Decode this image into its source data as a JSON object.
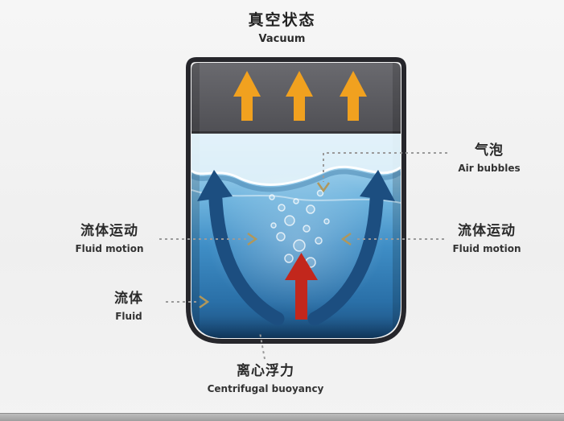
{
  "title": {
    "zh": "真空状态",
    "en": "Vacuum"
  },
  "labels": {
    "air_bubbles": {
      "zh": "气泡",
      "en": "Air bubbles"
    },
    "fluid_motion_left": {
      "zh": "流体运动",
      "en": "Fluid motion"
    },
    "fluid_motion_right": {
      "zh": "流体运动",
      "en": "Fluid motion"
    },
    "fluid": {
      "zh": "流体",
      "en": "Fluid"
    },
    "centrifugal_buoyancy": {
      "zh": "离心浮力",
      "en": "Centrifugal buoyancy"
    }
  },
  "colors": {
    "vacuum_arrow": "#f1a11f",
    "fluid_arrow": "#1c4e80",
    "buoyancy_arrow": "#c2271c",
    "container_top": "#5a5a5f",
    "water_deep": "#1c4f7e",
    "leader_line": "#9a9a9a",
    "leader_chevron": "#b0975b"
  }
}
